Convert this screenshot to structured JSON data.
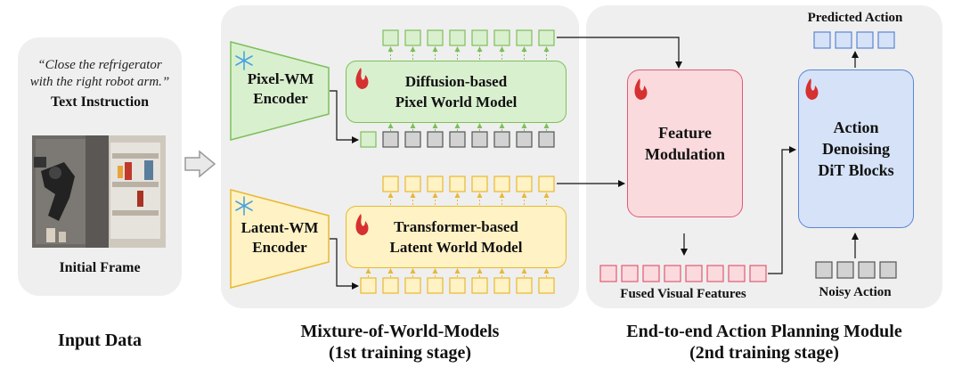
{
  "input_panel": {
    "quote_line1": "“Close the refrigerator",
    "quote_line2": "with the right robot arm.”",
    "text_instruction_label": "Text Instruction",
    "initial_frame_label": "Initial Frame"
  },
  "mixture_panel": {
    "pixel_encoder_line1": "Pixel-WM",
    "pixel_encoder_line2": "Encoder",
    "pixel_model_line1": "Diffusion-based",
    "pixel_model_line2": "Pixel World Model",
    "latent_encoder_line1": "Latent-WM",
    "latent_encoder_line2": "Encoder",
    "latent_model_line1": "Transformer-based",
    "latent_model_line2": "Latent World Model"
  },
  "planning_panel": {
    "feature_modulation_line1": "Feature",
    "feature_modulation_line2": "Modulation",
    "dit_line1": "Action",
    "dit_line2": "Denoising",
    "dit_line3": "DiT Blocks",
    "predicted_action_label": "Predicted Action",
    "fused_features_label": "Fused Visual Features",
    "noisy_action_label": "Noisy Action"
  },
  "captions": {
    "input_data": "Input Data",
    "mixture_line1": "Mixture-of-World-Models",
    "mixture_line2": "(1st training stage)",
    "planning_line1": "End-to-end Action Planning Module",
    "planning_line2": "(2nd training stage)"
  },
  "colors": {
    "panel_bg": "#efefef",
    "pixel_green": "#d9f0cf",
    "pixel_green_border": "#7dbf5a",
    "latent_yellow": "#fff2c4",
    "latent_yellow_border": "#e8b830",
    "feature_pink": "#fadadd",
    "feature_pink_border": "#e05a73",
    "dit_blue": "#d6e2f7",
    "dit_blue_border": "#5a86d6",
    "token_gray": "#d2d2d2"
  },
  "icons": [
    "snowflake-icon",
    "flame-icon",
    "hollow-arrow-icon"
  ]
}
